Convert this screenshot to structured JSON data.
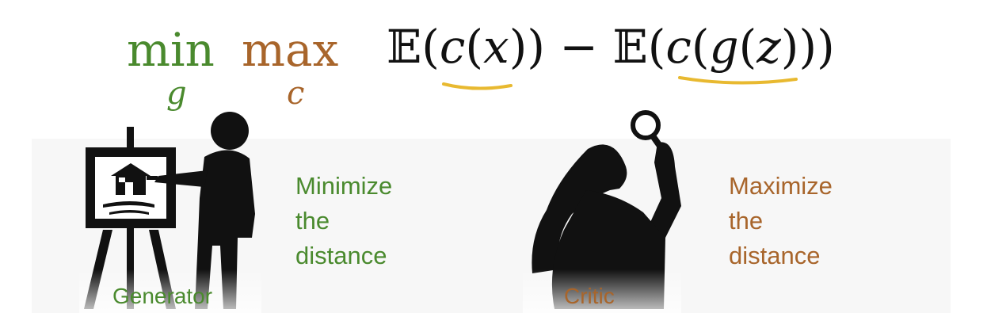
{
  "colors": {
    "generator": "#4a8a2e",
    "critic": "#a8652b",
    "underline": "#e8b930",
    "ink": "#111111"
  },
  "formula": {
    "min_word": "min",
    "max_word": "max",
    "min_sub": "g",
    "max_sub": "c",
    "expectation": "𝔼",
    "open_paren": "(",
    "close_paren": ")",
    "minus": "−",
    "c_var": "c",
    "x_var": "x",
    "g_var": "g",
    "z_var": "z"
  },
  "generator": {
    "caption": "Generator",
    "action_line1": "Minimize",
    "action_line2": "the",
    "action_line3": "distance",
    "icon": "painter-at-easel-icon"
  },
  "critic": {
    "caption": "Critic",
    "action_line1": "Maximize",
    "action_line2": "the",
    "action_line3": "distance",
    "icon": "critic-with-magnifier-icon"
  }
}
